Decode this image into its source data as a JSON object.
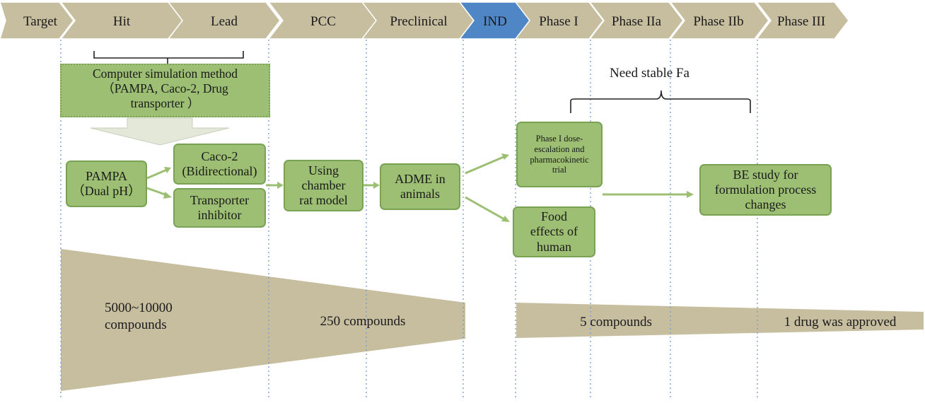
{
  "stages": [
    {
      "label": "Target",
      "color": "#c7bea0"
    },
    {
      "label": "Hit",
      "color": "#c7bea0"
    },
    {
      "label": "Lead",
      "color": "#c7bea0"
    },
    {
      "label": "PCC",
      "color": "#c7bea0"
    },
    {
      "label": "Preclinical",
      "color": "#c7bea0"
    },
    {
      "label": "IND",
      "color": "#4f86c6"
    },
    {
      "label": "Phase I",
      "color": "#c7bea0"
    },
    {
      "label": "Phase IIa",
      "color": "#c7bea0"
    },
    {
      "label": "Phase IIb",
      "color": "#c7bea0"
    },
    {
      "label": "Phase III",
      "color": "#c7bea0"
    }
  ],
  "simulation": {
    "text": "Computer simulation method\n（PAMPA, Caco-2, Drug\ntransporter ）"
  },
  "boxes": {
    "pampa": "PAMPA\n（Dual pH）",
    "caco2": "Caco-2\n(Bidirectional)",
    "transporter": "Transporter\ninhibitor",
    "chamber": "Using\nchamber\nrat model",
    "adme": "ADME in\nanimals",
    "phase1_trial": "Phase I dose-\nescalation and\npharmacokinetic\ntrial",
    "food": "Food\neffects of\nhuman",
    "be_study": "BE study for\nformulation process\nchanges"
  },
  "need_stable": "Need stable Fa",
  "funnel": {
    "c1": "5000~10000\ncompounds",
    "c2": "250 compounds",
    "c3": "5 compounds",
    "c4": "1 drug was approved"
  },
  "colors": {
    "stage": "#c7bea0",
    "ind": "#4f86c6",
    "box_fill": "#9cbf73",
    "box_border": "#7aa255",
    "funnel": "#c7bea0",
    "divider": "#6f9ad0"
  }
}
